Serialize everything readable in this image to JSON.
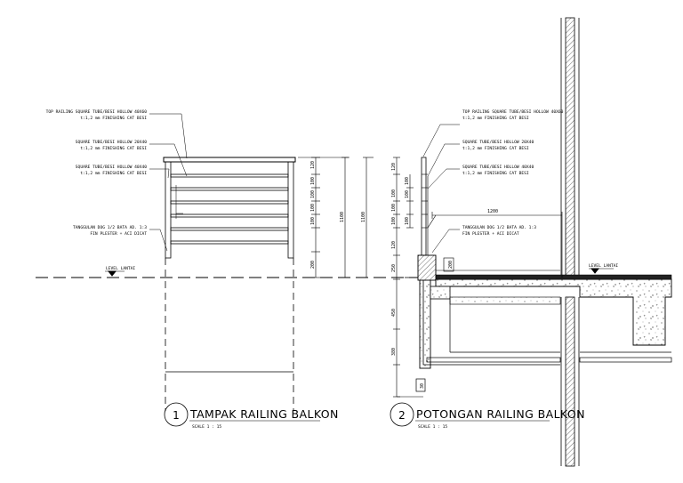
{
  "elevation": {
    "callouts": {
      "top_rail_1": "TOP RAILING SQUARE TUBE/BESI HOLLOW 40X60",
      "top_rail_2": "t:1,2 mm FINISHING CAT BESI",
      "tube_20x40_1": "SQUARE TUBE/BESI HOLLOW 20X40",
      "tube_20x40_2": "t:1,2 mm FINISHING CAT BESI",
      "tube_40x40_1": "SQUARE TUBE/BESI HOLLOW 40X40",
      "tube_40x40_2": "t:1,2 mm FINISHING CAT BESI",
      "curb_1": "TANGGULAN DOG 1/2 BATA AD. 1:3",
      "curb_2": "FIN PLESTER + ACI DICAT"
    },
    "level_label": "LEVEL LANTAI",
    "dims_right": [
      "120",
      "100",
      "100",
      "100",
      "100",
      "200"
    ],
    "dim_total": "1100",
    "dim_total_2": "1100",
    "title_number": "1",
    "title": "TAMPAK RAILING BALKON",
    "scale": "SCALE    1 : 15"
  },
  "section": {
    "callouts": {
      "top_rail_1": "TOP RAILING SQUARE TUBE/BESI HOLLOW 40X60",
      "top_rail_2": "t:1,2 mm FINISHING CAT BESI",
      "tube_20x40_1": "SQUARE TUBE/BESI HOLLOW 20X40",
      "tube_20x40_2": "t:1,2 mm FINISHING CAT BESI",
      "tube_40x40_1": "SQUARE TUBE/BESI HOLLOW 40X40",
      "tube_40x40_2": "t:1,2 mm FINISHING CAT BESI",
      "curb_1": "TANGGULAN DOG 1/2 BATA AD. 1:3",
      "curb_2": "FIN PLESTER + ACI DICAT"
    },
    "level_label": "LEVEL LANTAI",
    "dims_left": [
      "120",
      "100",
      "100",
      "100",
      "120",
      "250"
    ],
    "dims_inner": [
      "100",
      "100",
      "100"
    ],
    "dim_curb": "200",
    "dim_width": "1200",
    "dim_slab": "450",
    "dim_beam": "380",
    "dim_bottom": "30",
    "title_number": "2",
    "title": "POTONGAN RAILING BALKON",
    "scale": "SCALE    1 : 15"
  }
}
